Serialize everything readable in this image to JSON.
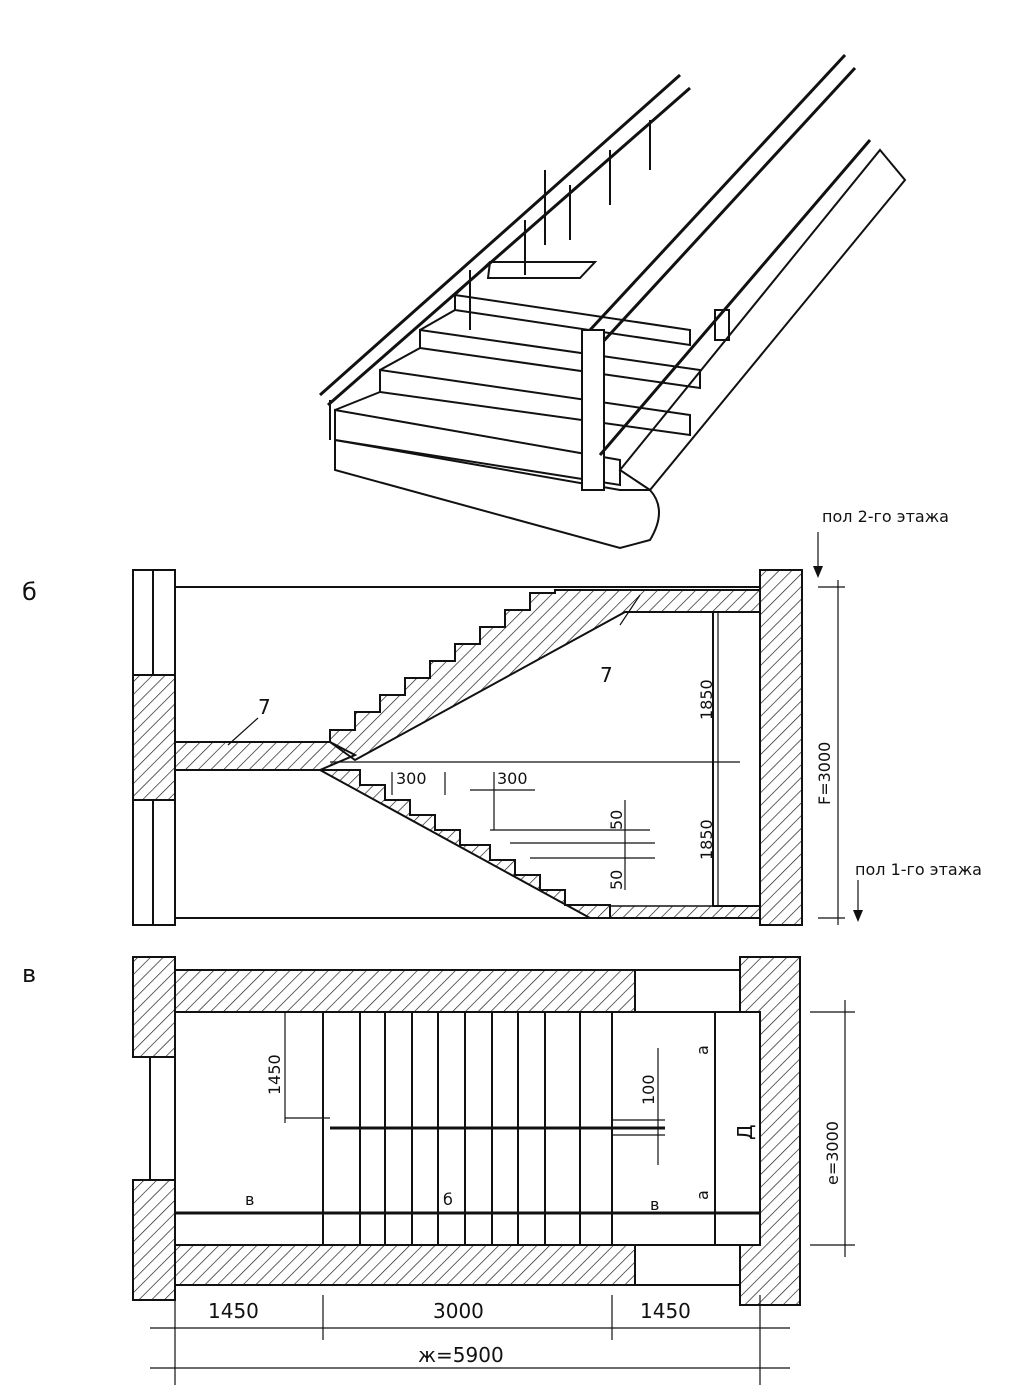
{
  "section_b": {
    "letter": "б",
    "top_floor_label": "пол 2-го этажа",
    "bottom_floor_label": "пол 1-го этажа",
    "stringer_mark_left": "7",
    "stringer_mark_right": "7",
    "upper_flight_height": "1850",
    "lower_flight_height": "1850",
    "total_height": "F=3000",
    "tread_width_1": "300",
    "tread_width_2": "300",
    "overhang_1": "50",
    "overhang_2": "50"
  },
  "section_v": {
    "letter": "в",
    "march_width": "1450",
    "gap": "100",
    "landing_mark": "Д",
    "mark_a_top": "а",
    "mark_a_bottom": "а",
    "mark_v_left": "в",
    "mark_b": "б",
    "mark_v_right": "в",
    "total_width": "е=3000",
    "dim_left": "1450",
    "dim_middle": "3000",
    "dim_right": "1450",
    "total_length": "ж=5900"
  }
}
